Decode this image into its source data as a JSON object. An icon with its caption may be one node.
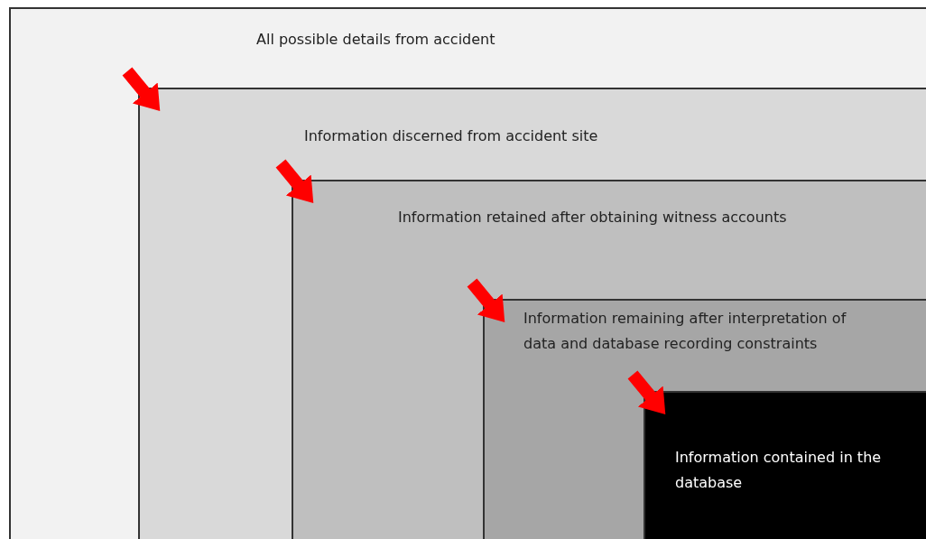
{
  "diagram": {
    "nodes": [
      {
        "text": [
          "All possible details from accident"
        ]
      },
      {
        "text": [
          "Information discerned from accident site"
        ],
        "in": 0
      },
      {
        "text": [
          "Information retained after obtaining witness accounts"
        ],
        "in": 1
      },
      {
        "text": [
          "Information remaining after interpretation of data and database recording constraints"
        ],
        "in": 2
      },
      {
        "text": [
          "Information contained in the database"
        ],
        "in": 3
      }
    ],
    "edges": [
      {
        "from": null,
        "to": 1,
        "arrow": "to"
      },
      {
        "from": null,
        "to": 2,
        "arrow": "to"
      },
      {
        "from": null,
        "to": 3,
        "arrow": "to"
      },
      {
        "from": null,
        "to": 4,
        "arrow": "to"
      }
    ]
  }
}
